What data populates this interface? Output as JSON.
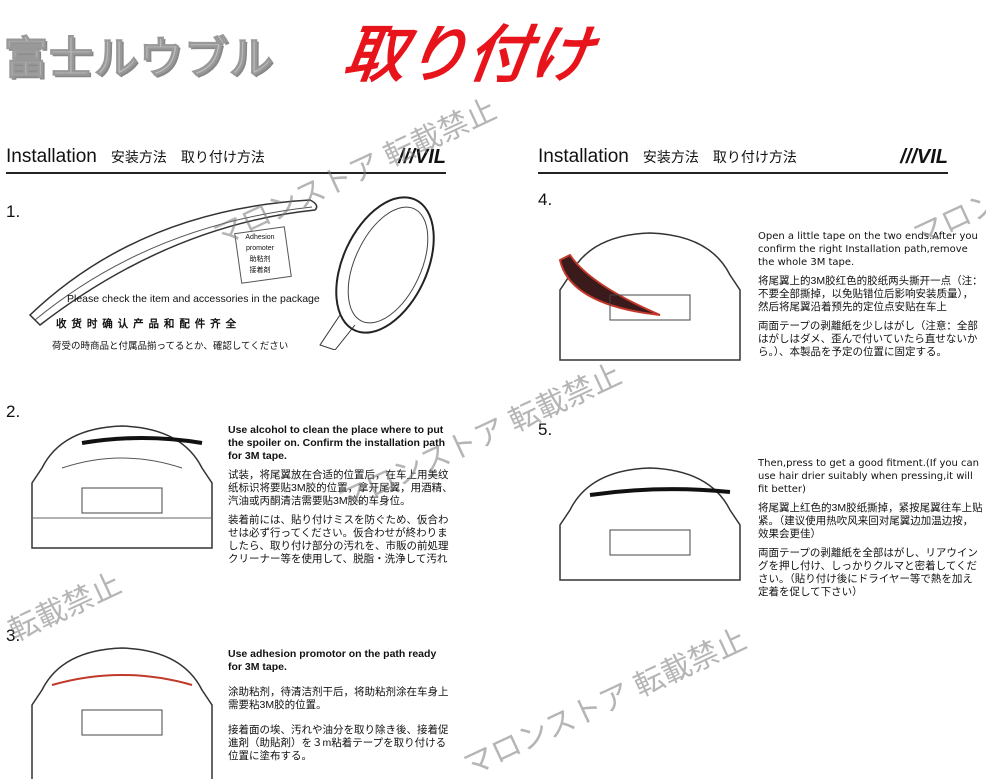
{
  "banner": {
    "brand": "富士ルウブル",
    "title": "取り付け"
  },
  "header": {
    "title": "Installation",
    "sub1": "安装方法",
    "sub2": "取り付け方法",
    "logo": "///VIL"
  },
  "steps": [
    {
      "num": "1.",
      "en": "Please check  the item and accessories in the package",
      "zh": "收 货 时 确 认 产 品 和 配 件 齐 全",
      "ja": "荷受の時商品と付属品揃ってるとか、確認してください",
      "label": [
        "Adhesion promoter",
        "助粘剂",
        "接着剤"
      ]
    },
    {
      "num": "2.",
      "en": "Use alcohol to clean the place where to put the spoiler on. Confirm the installation path for 3M tape.",
      "zh": "试装，将尾翼放在合适的位置后，在车上用美纹纸标识将要贴3M胶的位置，拿开尾翼，用酒精、汽油或丙酮清洁需要贴3M胶的车身位。",
      "ja": "装着前には、貼り付けミスを防ぐため、仮合わせは必ず行ってください。仮合わせが終わりましたら、取り付け部分の汚れを、市販の前処理クリーナー等を使用して、脱脂・洗浄して汚れ"
    },
    {
      "num": "3.",
      "en": "Use adhesion promotor on the path ready for 3M tape.",
      "zh": "涂助粘剂，待清洁剂干后，将助粘剂涂在车身上需要粘3M胶的位置。",
      "ja": "接着面の埃、汚れや油分を取り除き後、接着促進剤（助貼剤）を３m粘着テープを取り付ける位置に塗布する。"
    },
    {
      "num": "4.",
      "en": "Open a little tape on the two ends.After you confirm the right Installation path,remove the whole 3M tape.",
      "zh": "将尾翼上的3M胶红色的胶纸两头撕开一点（注：不要全部撕掉，以免贴错位后影响安装质量），然后将尾翼沿着预先的定位点安贴在车上",
      "ja": "両面テープの剥離紙を少しはがし（注意：全部はがしはダメ、歪んで付いていたら直せないから。）、本製品を予定の位置に固定する。"
    },
    {
      "num": "5.",
      "en": "Then,press to get a good fitment.(If you can use hair drier suitably when pressing,it will fit better)",
      "zh": "将尾翼上红色的3M胶纸撕掉，紧按尾翼往车上贴紧。（建议使用热吹风来回对尾翼边加温边按，效果会更佳）",
      "ja": "両面テープの剥離紙を全部はがし、リアウイングを押し付け、しっかりクルマと密着してください。（貼り付け後にドライヤー等で熱を加え定着を促して下さい）"
    }
  ],
  "watermark": "マロンストア 転載禁止",
  "watermark_short": "転載禁止",
  "colors": {
    "red": "#e8141b",
    "accent_tape": "#c0392b"
  }
}
